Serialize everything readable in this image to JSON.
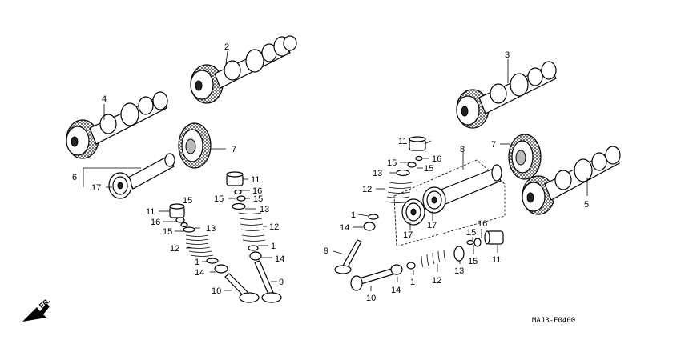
{
  "labels": {
    "p2": "2",
    "p4": "4",
    "p7a": "7",
    "p6": "6",
    "p17a": "17",
    "p11a": "11",
    "p16a": "16",
    "p15a": "15",
    "p15b": "15",
    "p13a": "13",
    "p12a": "12",
    "p1a": "1",
    "p14a": "14",
    "p10a": "10",
    "p11b": "11",
    "p16b": "16",
    "p15c": "15",
    "p15d": "15",
    "p13b": "13",
    "p12b": "12",
    "p1b": "1",
    "p14b": "14",
    "p9a": "9",
    "p3": "3",
    "p7b": "7",
    "p5": "5",
    "p8": "8",
    "p11c": "11",
    "p16c": "16",
    "p15e": "15",
    "p15f": "15",
    "p13c": "13",
    "p12c": "12",
    "p1c": "1",
    "p14c": "14",
    "p17b": "17",
    "p17c": "17",
    "p9b": "9",
    "p10b": "10",
    "p14d": "14",
    "p1d": "1",
    "p12d": "12",
    "p13d": "13",
    "p15g": "15",
    "p16d": "16",
    "p15h": "15",
    "p11d": "11"
  },
  "direction_label": "FR.",
  "diagram_code": "MAJ3-E0400"
}
